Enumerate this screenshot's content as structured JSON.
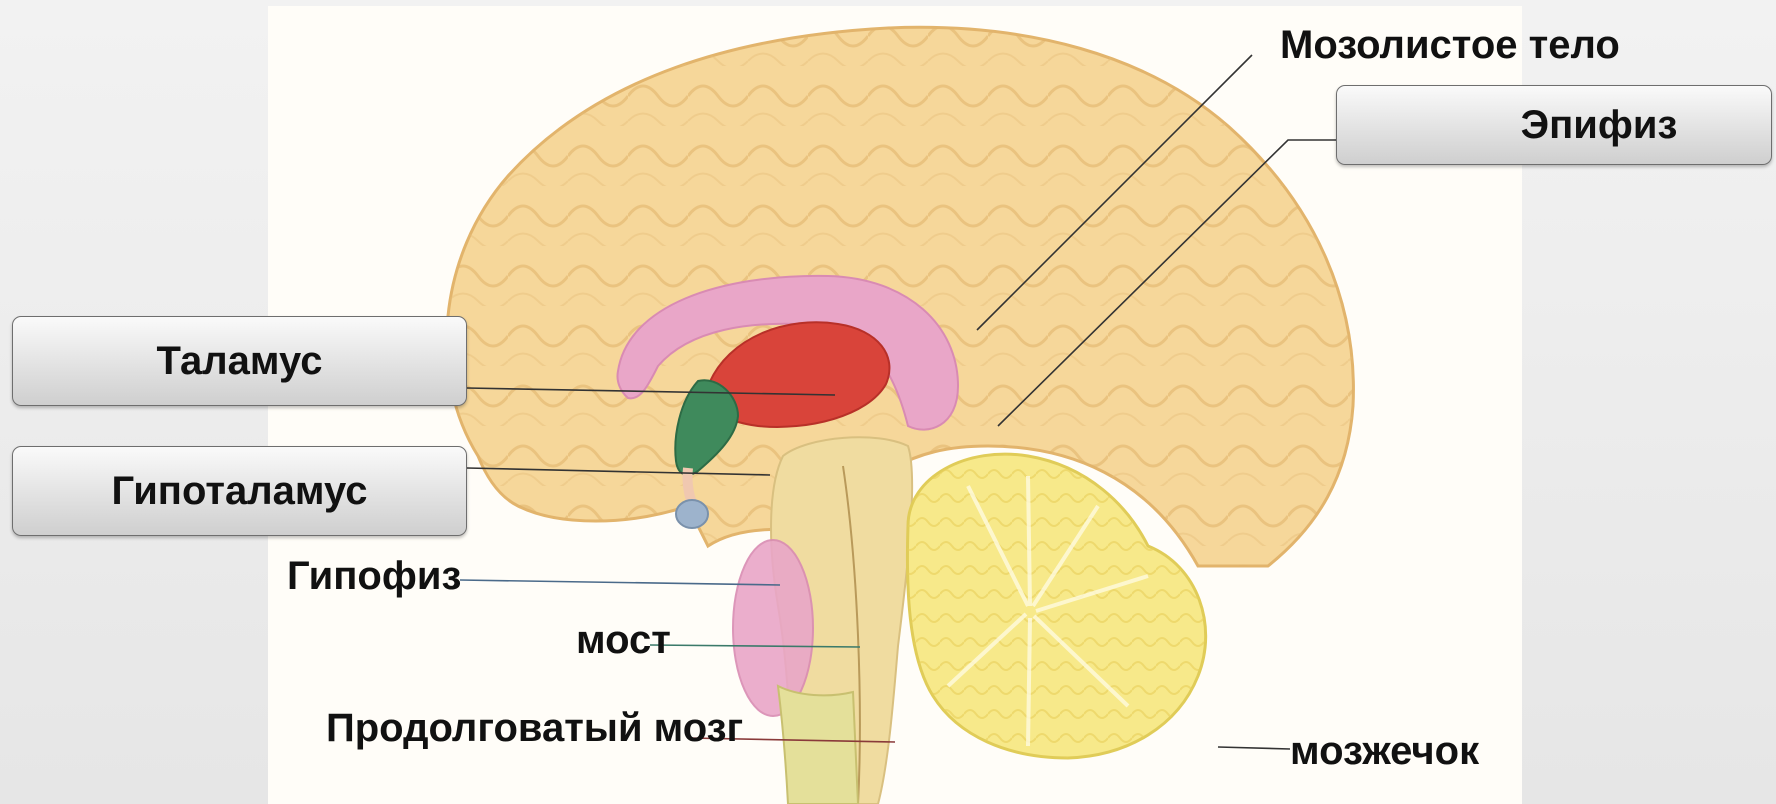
{
  "labels": {
    "corpus_callosum": "Мозолистое тело",
    "pineal": "Эпифиз",
    "thalamus": "Таламус",
    "hypothalamus": "Гипоталамус",
    "pituitary": "Гипофиз",
    "pons": "мост",
    "medulla": "Продолговатый мозг",
    "cerebellum": "мозжечок"
  },
  "colors": {
    "cortex": "#f6d79a",
    "corpus_callosum": "#e9a6c8",
    "thalamus": "#d9443a",
    "hypothalamus": "#3f8a5c",
    "pituitary": "#9db3cc",
    "brainstem": "#f0dca0",
    "cerebellum": "#f7e98a"
  }
}
